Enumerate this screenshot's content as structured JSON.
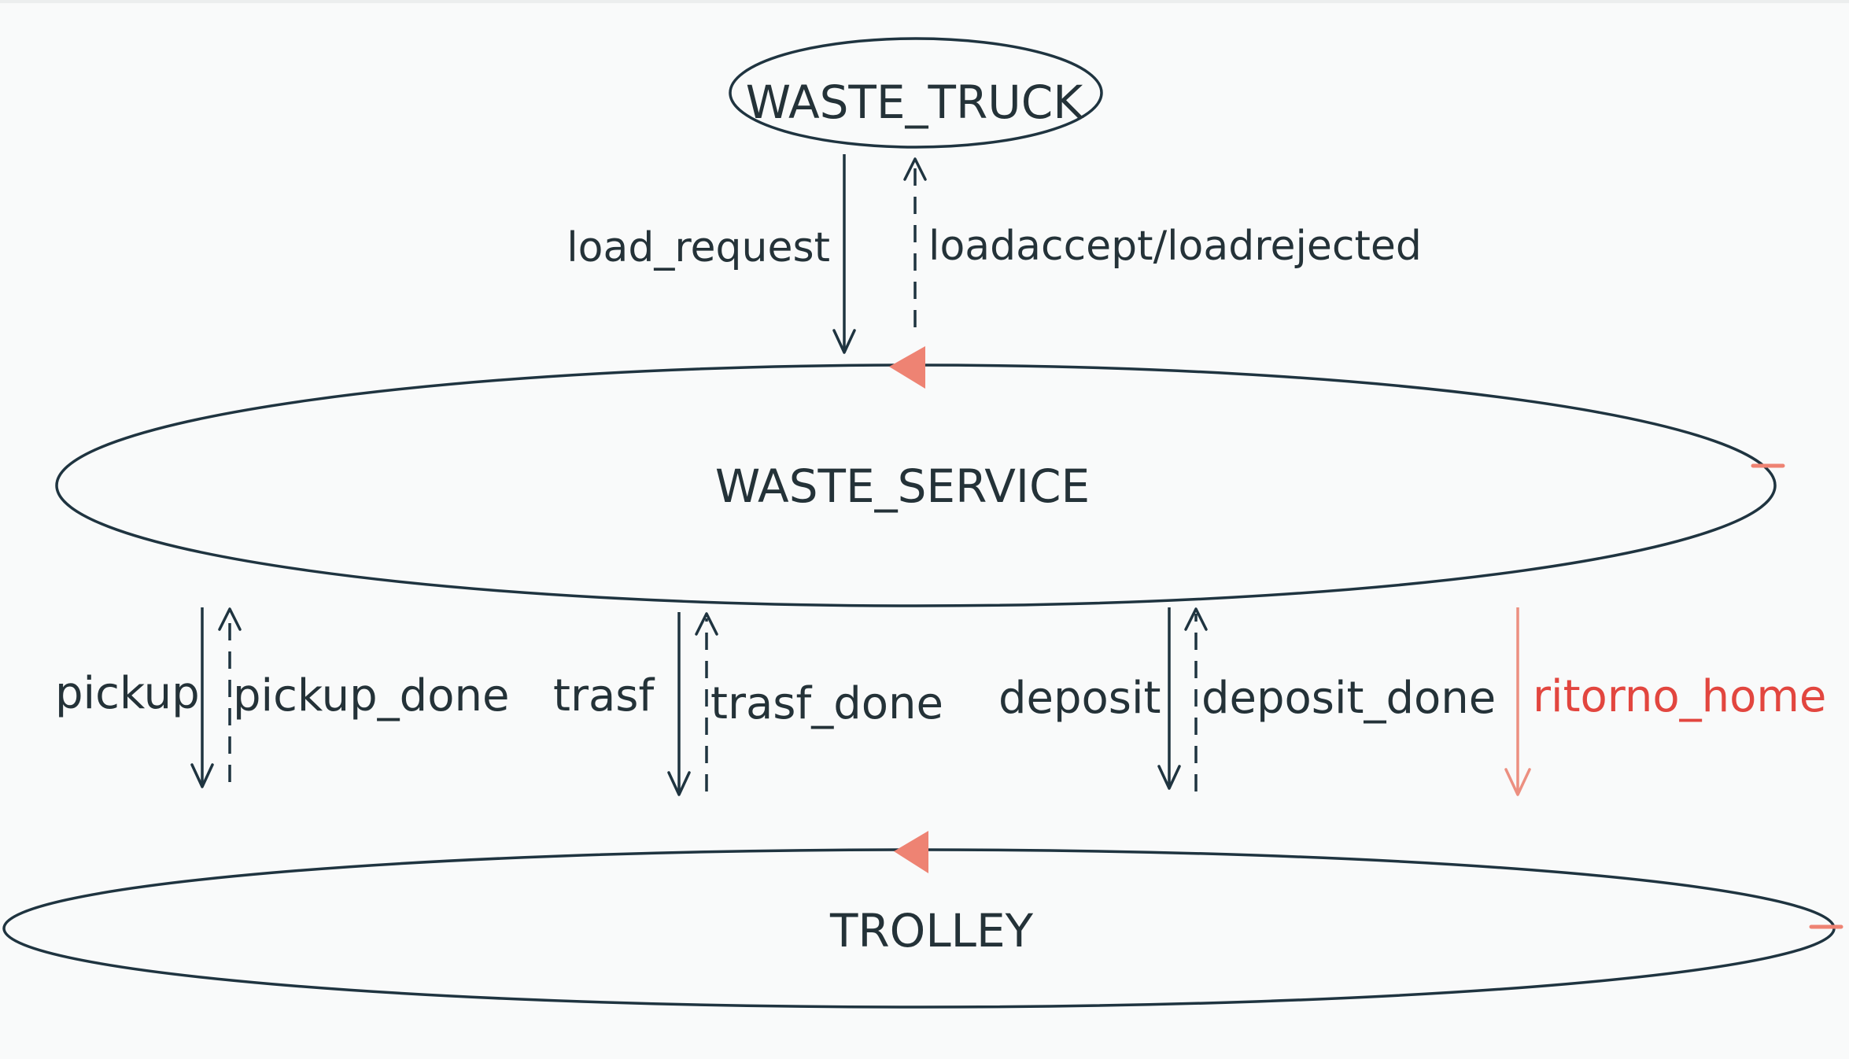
{
  "nodes": {
    "waste_truck": "WASTE_TRUCK",
    "waste_service": "WASTE_SERVICE",
    "trolley": "TROLLEY"
  },
  "edges": {
    "load_request": "load_request",
    "load_reply": "loadaccept/loadrejected",
    "pickup": "pickup",
    "pickup_done": "pickup_done",
    "trasf": "trasf",
    "trasf_done": "trasf_done",
    "deposit": "deposit",
    "deposit_done": "deposit_done",
    "ritorno_home": "ritorno_home"
  },
  "colors": {
    "stroke": "#1f3440",
    "text": "#243238",
    "accent_red": "#e2463f",
    "accent_salmon": "#ee8373"
  }
}
